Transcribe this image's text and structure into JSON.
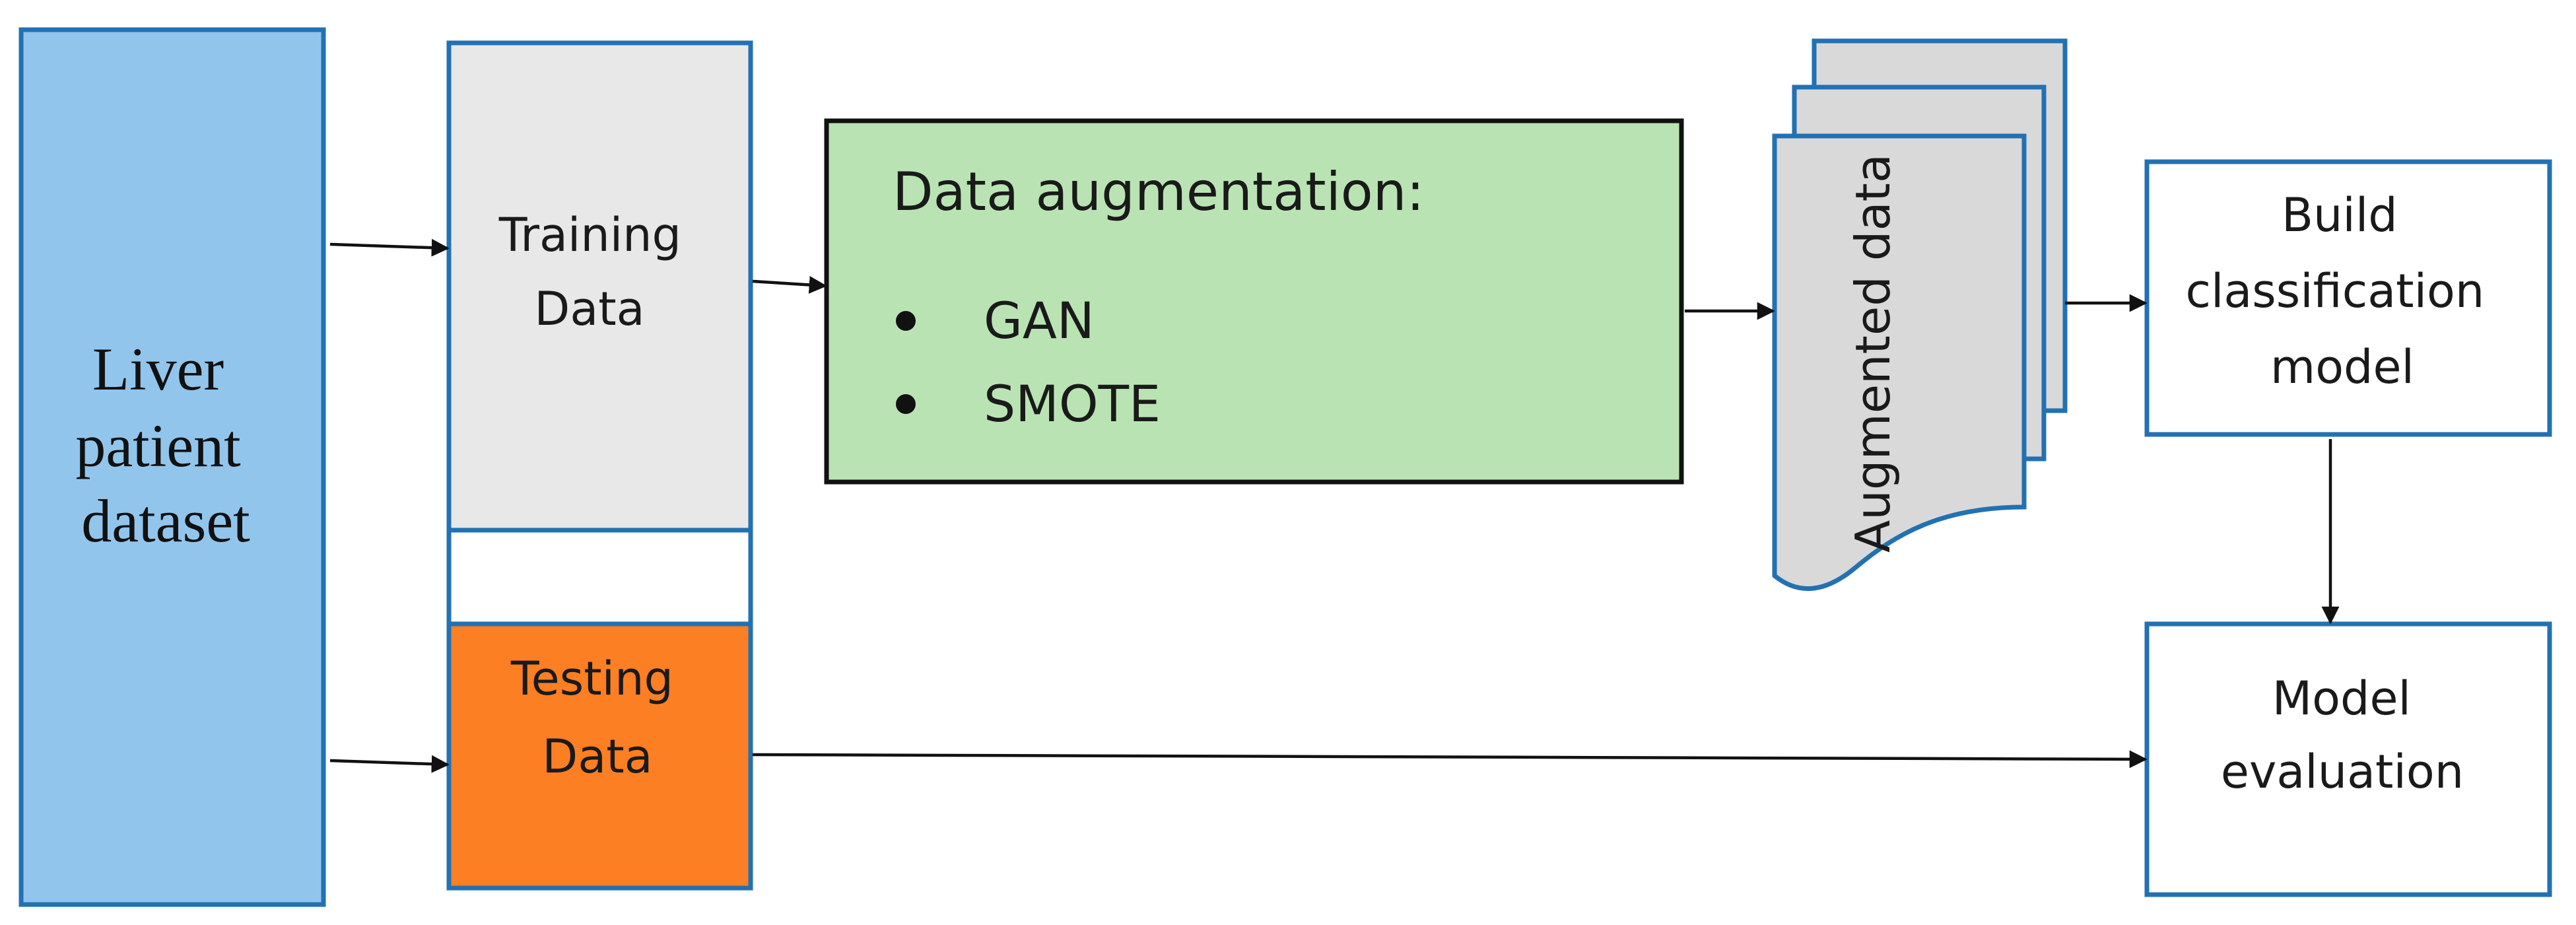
{
  "dataset": {
    "line1": "Liver",
    "line2": "patient",
    "line3": "dataset"
  },
  "training": {
    "line1": "Training",
    "line2": "Data"
  },
  "testing": {
    "line1": "Testing",
    "line2": "Data"
  },
  "augmentation": {
    "title": "Data augmentation:",
    "items": [
      "GAN",
      "SMOTE"
    ]
  },
  "augmented": {
    "label": "Augmented data"
  },
  "build": {
    "line1": "Build",
    "line2": "classification",
    "line3": "model"
  },
  "evaluation": {
    "line1": "Model",
    "line2": "evaluation"
  },
  "colors": {
    "dataset_fill": "#92c5eb",
    "training_fill": "#e8e8e8",
    "testing_fill": "#fd7f23",
    "augmentation_fill": "#bae3b4",
    "augmented_fill": "#d9d9d9",
    "border_blue": "#2271b3",
    "border_dark": "#111111"
  }
}
